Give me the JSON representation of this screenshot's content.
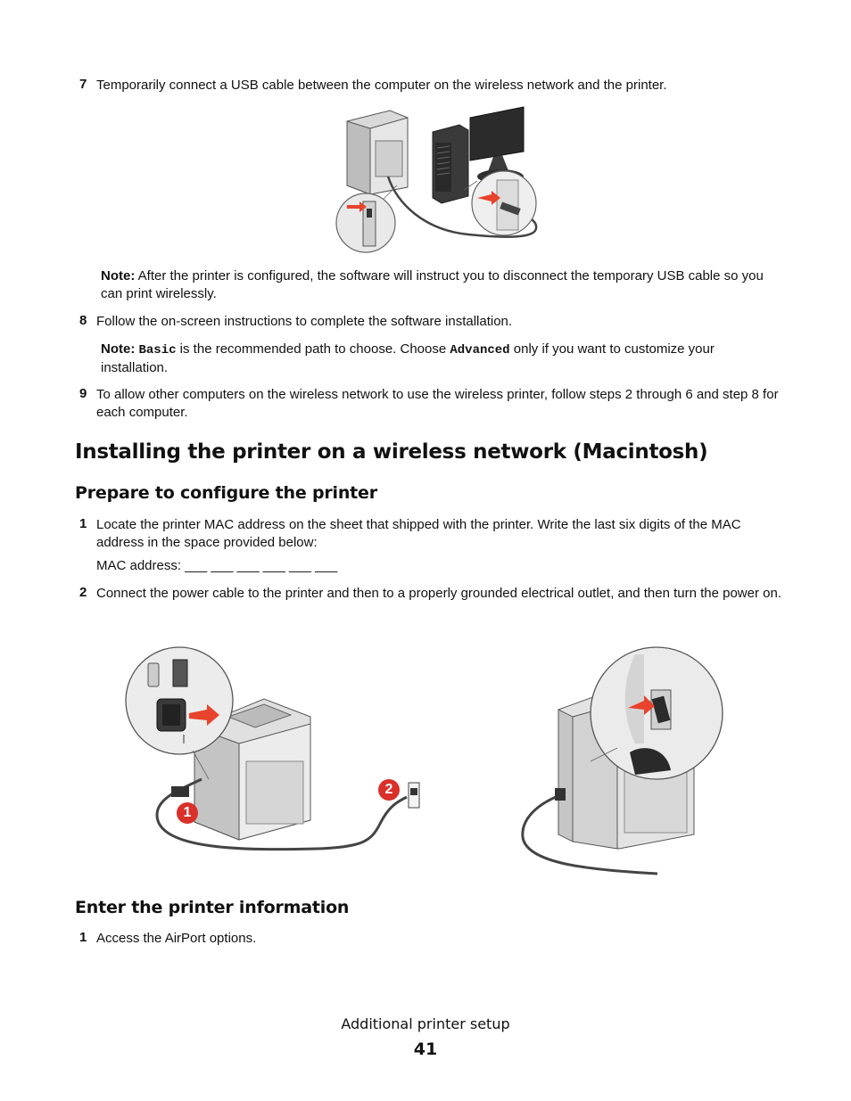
{
  "steps_top": [
    {
      "num": "7",
      "text": "Temporarily connect a USB cable between the computer on the wireless network and the printer."
    },
    {
      "num": "8",
      "text": "Follow the on-screen instructions to complete the software installation."
    },
    {
      "num": "9",
      "text": "To allow other computers on the wireless network to use the wireless printer, follow steps 2 through 6 and step 8 for each computer."
    }
  ],
  "note1": {
    "label": "Note:",
    "text": " After the printer is configured, the software will instruct you to disconnect the temporary USB cable so you can print wirelessly."
  },
  "note2": {
    "label": "Note:",
    "code1": "Basic",
    "text1": " is the recommended path to choose. Choose ",
    "code2": "Advanced",
    "text2": " only if you want to customize your installation."
  },
  "section_title": "Installing the printer on a wireless network (Macintosh)",
  "sub1": "Prepare to configure the printer",
  "prep_steps": [
    {
      "num": "1",
      "text": "Locate the printer MAC address on the sheet that shipped with the printer. Write the last six digits of the MAC address in the space provided below:"
    },
    {
      "num": "2",
      "text": "Connect the power cable to the printer and then to a properly grounded electrical outlet, and then turn the power on."
    }
  ],
  "mac_label": "MAC address: ___ ___ ___ ___ ___ ___",
  "callout1": "1",
  "callout2": "2",
  "sub2": "Enter the printer information",
  "enter_step": {
    "num": "1",
    "text": "Access the AirPort options."
  },
  "footer": {
    "title": "Additional printer setup",
    "page": "41"
  },
  "colors": {
    "arrow": "#e8432c",
    "callout": "#d9302a"
  }
}
